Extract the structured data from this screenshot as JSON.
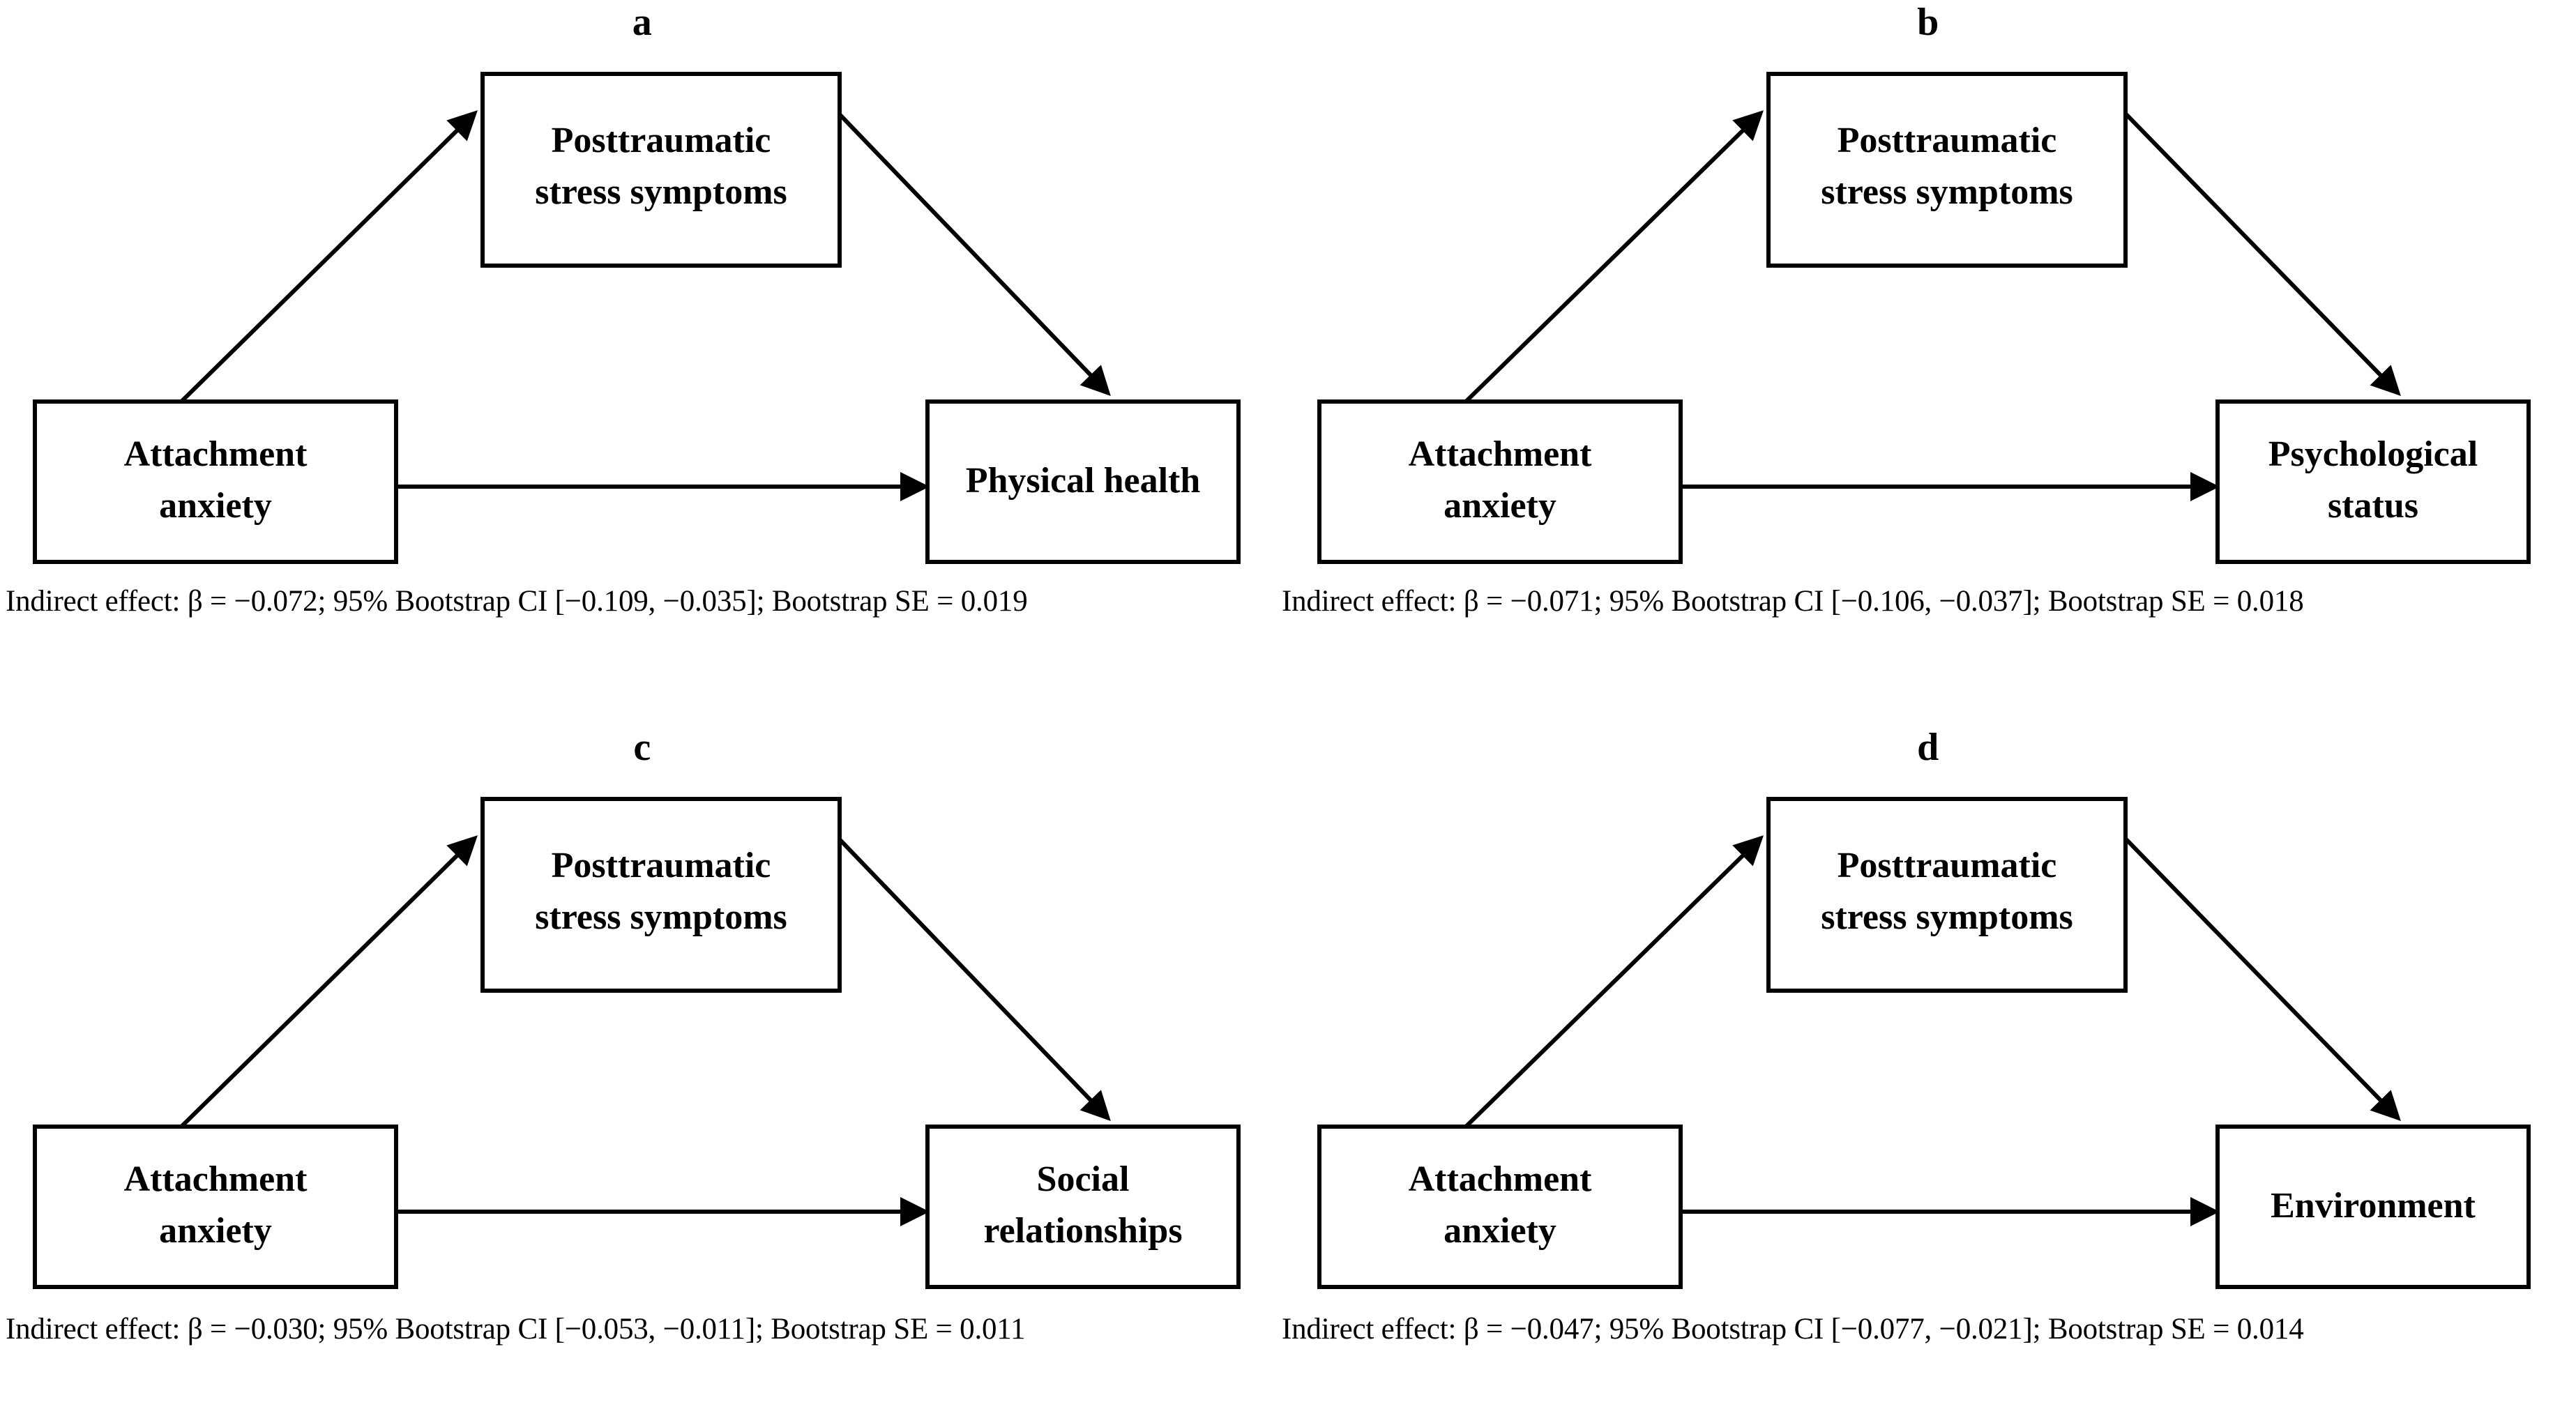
{
  "figure": {
    "type": "mediation-diagram-grid",
    "background_color": "#ffffff",
    "line_color": "#000000",
    "text_color": "#000000"
  },
  "panels": [
    {
      "id": "a",
      "label": "a",
      "predictor": "Attachment\nanxiety",
      "predictor_line1": "Attachment",
      "predictor_line2": "anxiety",
      "mediator_line1": "Posttraumatic",
      "mediator_line2": "stress symptoms",
      "outcome_line1": "Physical health",
      "outcome_line2": "",
      "caption": "Indirect effect: β = −0.072; 95% Bootstrap CI [−0.109, −0.035]; Bootstrap SE = 0.019",
      "beta": "−0.072",
      "ci_lower": "−0.109",
      "ci_upper": "−0.035",
      "bootstrap_se": "0.019",
      "ci_level": "95%"
    },
    {
      "id": "b",
      "label": "b",
      "predictor": "Attachment\nanxiety",
      "predictor_line1": "Attachment",
      "predictor_line2": "anxiety",
      "mediator_line1": "Posttraumatic",
      "mediator_line2": "stress symptoms",
      "outcome_line1": "Psychological",
      "outcome_line2": "status",
      "caption": "Indirect effect: β = −0.071; 95% Bootstrap CI [−0.106, −0.037]; Bootstrap SE = 0.018",
      "beta": "−0.071",
      "ci_lower": "−0.106",
      "ci_upper": "−0.037",
      "bootstrap_se": "0.018",
      "ci_level": "95%"
    },
    {
      "id": "c",
      "label": "c",
      "predictor": "Attachment\nanxiety",
      "predictor_line1": "Attachment",
      "predictor_line2": "anxiety",
      "mediator_line1": "Posttraumatic",
      "mediator_line2": "stress symptoms",
      "outcome_line1": "Social",
      "outcome_line2": "relationships",
      "caption": "Indirect effect: β = −0.030; 95% Bootstrap CI [−0.053, −0.011]; Bootstrap SE = 0.011",
      "beta": "−0.030",
      "ci_lower": "−0.053",
      "ci_upper": "−0.011",
      "bootstrap_se": "0.011",
      "ci_level": "95%"
    },
    {
      "id": "d",
      "label": "d",
      "predictor": "Attachment\nanxiety",
      "predictor_line1": "Attachment",
      "predictor_line2": "anxiety",
      "mediator_line1": "Posttraumatic",
      "mediator_line2": "stress symptoms",
      "outcome_line1": "Environment",
      "outcome_line2": "",
      "caption": "Indirect effect: β = −0.047; 95% Bootstrap CI [−0.077, −0.021]; Bootstrap SE = 0.014",
      "beta": "−0.047",
      "ci_lower": "−0.077",
      "ci_upper": "−0.021",
      "bootstrap_se": "0.014",
      "ci_level": "95%"
    }
  ]
}
